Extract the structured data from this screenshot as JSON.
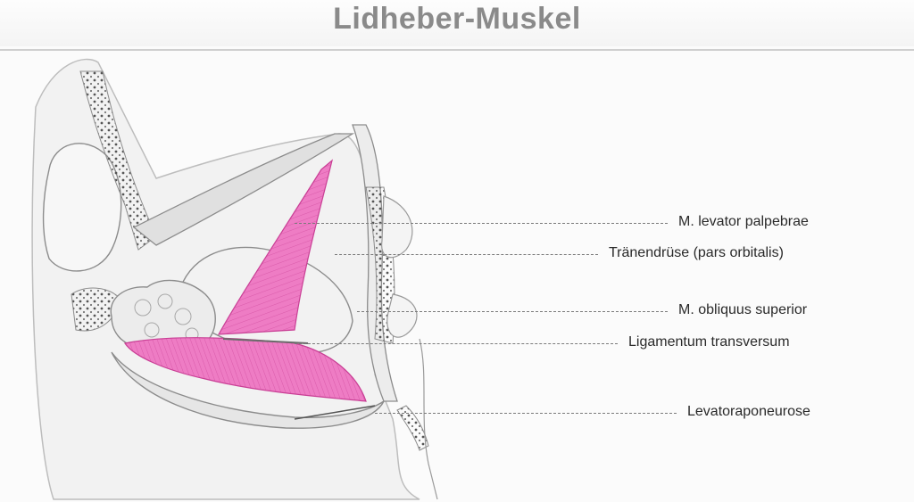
{
  "title": "Lidheber-Muskel",
  "labels": [
    "M. levator palpebrae",
    "Tränendrüse (pars orbitalis)",
    "M. obliquus superior",
    "Ligamentum transversum",
    "Levatoraponeurose"
  ],
  "colors": {
    "muscle": "#e85fb4",
    "bone_outline": "#8c8c8c",
    "bone_fill": "#e4e4e4",
    "title_text": "#8a8a8a"
  }
}
